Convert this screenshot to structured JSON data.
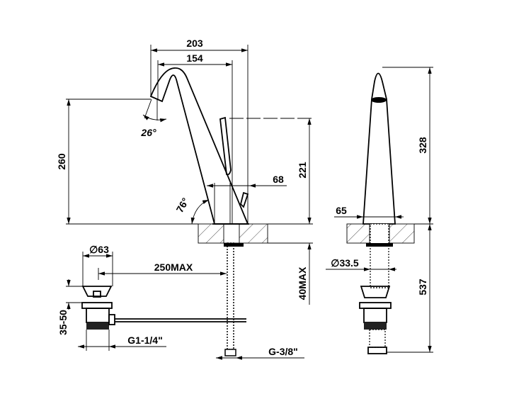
{
  "drawing": {
    "title": "Mixer tap technical drawing",
    "front_view": {
      "width_overall": "203",
      "spout_reach": "154",
      "spout_height": "260",
      "lever_height": "221",
      "base_offset": "68",
      "spout_angle": "26°",
      "body_angle": "76°",
      "deck_thickness": "40MAX"
    },
    "waste": {
      "diameter": "∅63",
      "rod_length": "250MAX",
      "height_range": "35-50",
      "thread": "G1-1/4\""
    },
    "hose_thread": "G-3/8\"",
    "side_view": {
      "height": "328",
      "below_deck": "537",
      "base_width": "65",
      "shank_diameter": "∅33.5"
    }
  }
}
